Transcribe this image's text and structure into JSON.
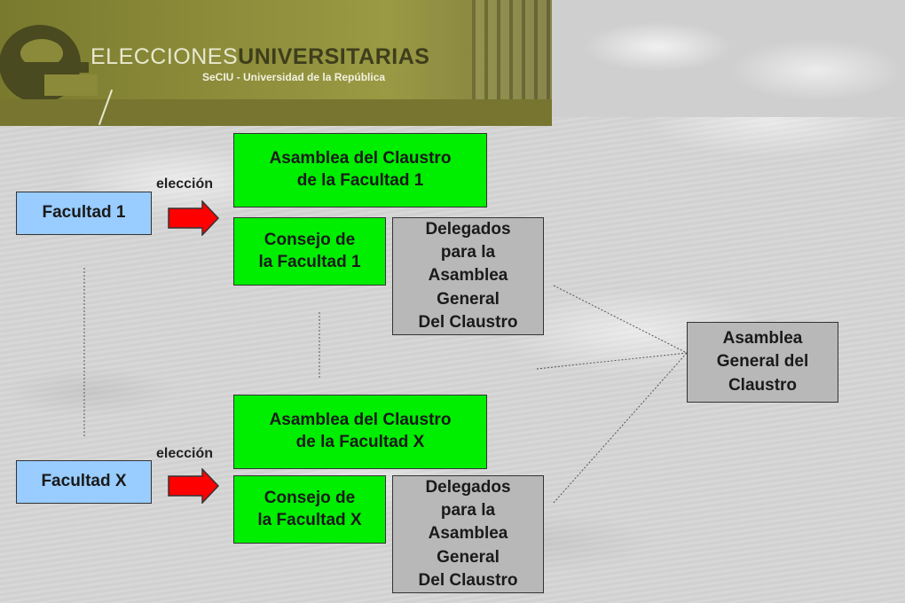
{
  "banner": {
    "title_part1": "ELECCIONES",
    "title_part2": "UNIVERSITARIAS",
    "subtitle": "SeCIU - Universidad de la República"
  },
  "colors": {
    "facultad_box": "#99ccff",
    "organ_box": "#00ee00",
    "delegates_box": "#b8b8b8",
    "arrow": "#ff0000"
  },
  "diagram": {
    "facultad1": "Facultad 1",
    "facultadX": "Facultad X",
    "election_label_1": "elección",
    "election_label_x": "elección",
    "asamblea_f1": "Asamblea del Claustro\nde la Facultad 1",
    "consejo_f1": "Consejo de\nla Facultad 1",
    "delegados_f1": "Delegados\npara la\nAsamblea\nGeneral\nDel Claustro",
    "asamblea_fx": "Asamblea del Claustro\nde la Facultad X",
    "consejo_fx": "Consejo de\nla Facultad X",
    "delegados_fx": "Delegados\npara la\nAsamblea\nGeneral\nDel Claustro",
    "asamblea_general": "Asamblea\nGeneral del\nClaustro"
  },
  "icons": {
    "logo": "letter-e-logo-icon",
    "election_arrow": "right-arrow-icon"
  }
}
